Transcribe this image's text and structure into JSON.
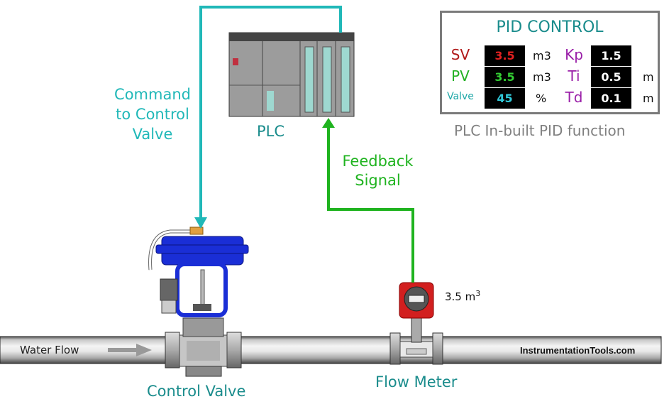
{
  "diagram": {
    "title_nodes": {
      "plc": "PLC",
      "control_valve": "Control Valve",
      "flow_meter": "Flow Meter"
    },
    "signals": {
      "command": [
        "Command",
        "to Control",
        "Valve"
      ],
      "feedback": [
        "Feedback",
        "Signal"
      ]
    },
    "pipe": {
      "flow_label": "Water Flow",
      "watermark": "InstrumentationTools.com"
    },
    "flow_meter_reading": {
      "value": "3.5 m",
      "superscript": "3"
    },
    "colors": {
      "command_line": "#20b8b8",
      "feedback_line": "#1fb31f",
      "actuator": "#1a2ed6",
      "transmitter": "#d21f1f"
    }
  },
  "pid_panel": {
    "title": "PID CONTROL",
    "caption": "PLC In-built PID function",
    "rows": [
      {
        "name": "SV",
        "name_color": "#b01818",
        "value": "3.5",
        "value_color": "#e02020",
        "unit": "m3",
        "param": "Kp",
        "param_value": "1.5",
        "param_unit": ""
      },
      {
        "name": "PV",
        "name_color": "#22b022",
        "value": "3.5",
        "value_color": "#33cc33",
        "unit": "m3",
        "param": "Ti",
        "param_value": "0.5",
        "param_unit": "m"
      },
      {
        "name": "Valve",
        "name_color": "#20a8a8",
        "value": "45",
        "value_color": "#30c8d8",
        "unit": "%",
        "param": "Td",
        "param_value": "0.1",
        "param_unit": "m"
      }
    ],
    "param_color": "#9a1fa8"
  }
}
